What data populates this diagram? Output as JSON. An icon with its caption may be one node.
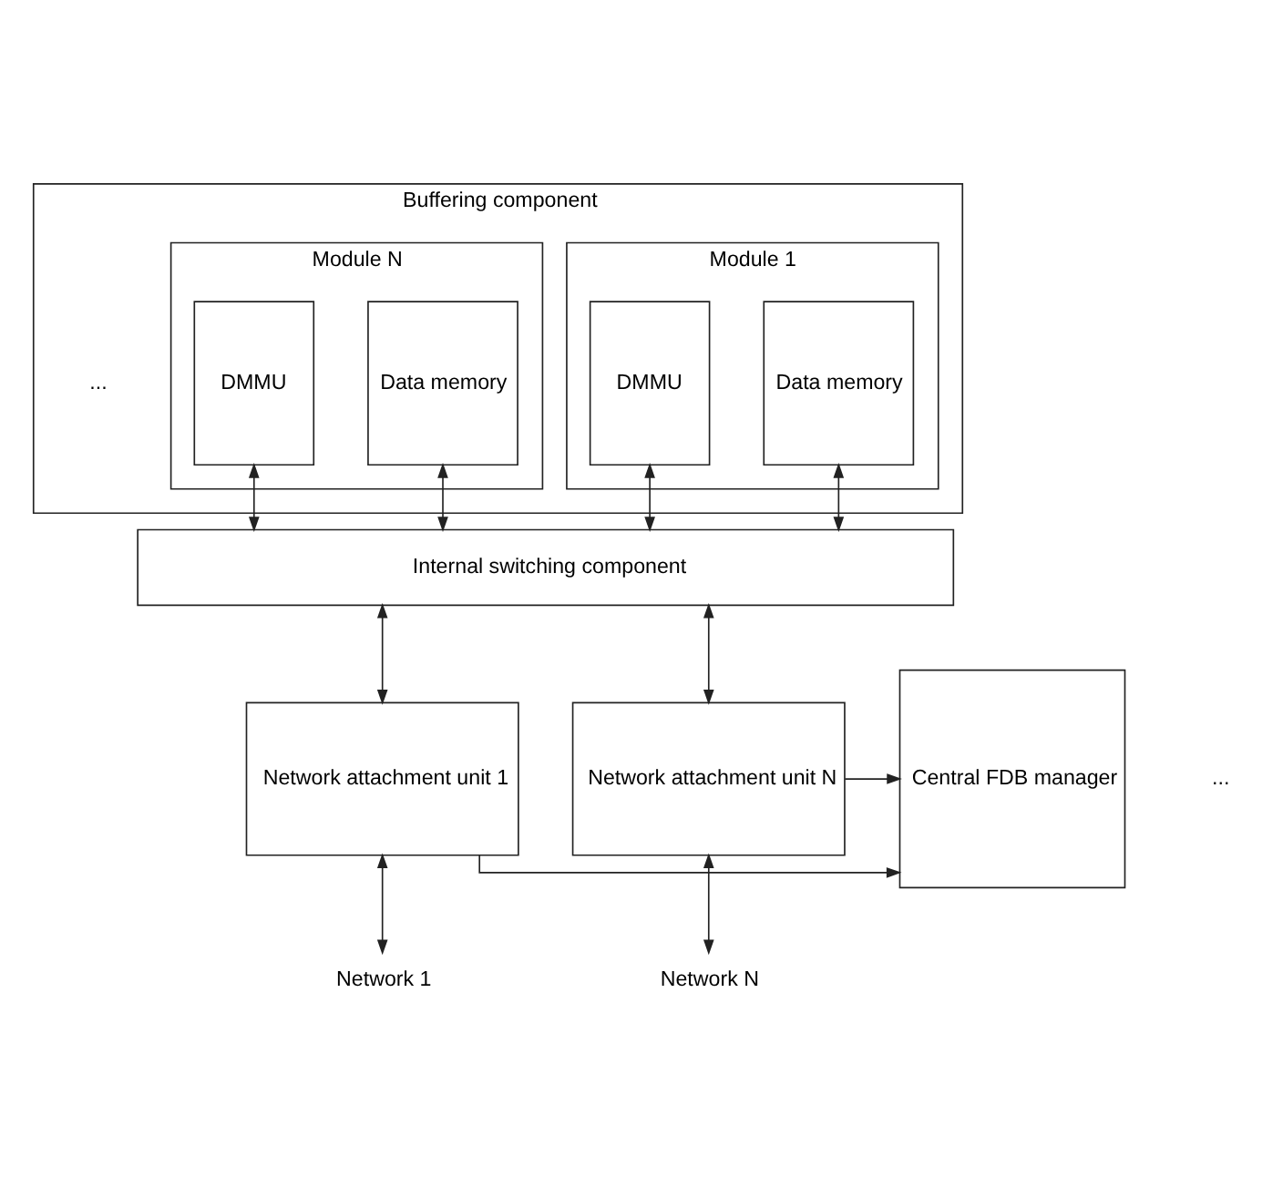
{
  "diagram": {
    "nodes": [
      {
        "text": [
          "Buffering component"
        ]
      },
      {
        "text": [
          "Module 1"
        ],
        "in": 0
      },
      {
        "text": [
          "Data memory"
        ],
        "in": 1
      },
      {
        "text": [
          "DMMU"
        ],
        "in": 1
      },
      {
        "text": [
          "Module N"
        ],
        "in": 0
      },
      {
        "text": [
          "Data memory"
        ],
        "in": 4
      },
      {
        "text": [
          "DMMU"
        ],
        "in": 4
      },
      {
        "text": [
          "Internal switching component"
        ]
      },
      {
        "text": [
          "Network attachment unit 1"
        ]
      },
      {
        "text": [
          "Network attachment unit N"
        ]
      },
      {
        "text": [
          "Central FDB manager"
        ]
      },
      {
        "text": [
          "Network 1"
        ]
      },
      {
        "text": [
          "Network N"
        ]
      }
    ],
    "edges": [
      {
        "from": 2,
        "to": 7,
        "arrow": "both"
      },
      {
        "from": 3,
        "to": 7,
        "arrow": "both"
      },
      {
        "from": 5,
        "to": 7,
        "arrow": "both"
      },
      {
        "from": 6,
        "to": 7,
        "arrow": "both"
      },
      {
        "from": 7,
        "to": 8,
        "arrow": "both"
      },
      {
        "from": 7,
        "to": 9,
        "arrow": "both"
      },
      {
        "from": 8,
        "to": 11,
        "arrow": "both"
      },
      {
        "from": 9,
        "to": 12,
        "arrow": "both"
      },
      {
        "from": 9,
        "to": 10,
        "arrow": "to"
      },
      {
        "from": 8,
        "to": 10,
        "arrow": "to"
      }
    ],
    "labels": [
      "...",
      "..."
    ]
  }
}
